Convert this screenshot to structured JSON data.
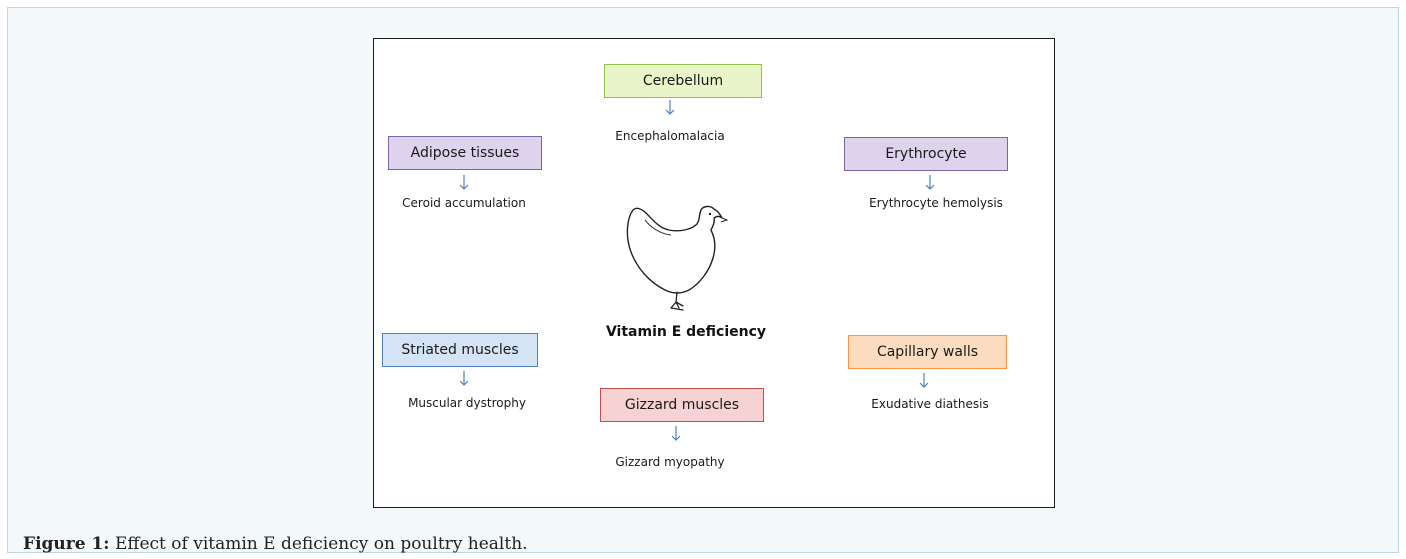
{
  "diagram": {
    "center": {
      "label": "Vitamin E deficiency",
      "icon": "hen-icon"
    },
    "organs": [
      {
        "id": "cerebellum",
        "label": "Cerebellum",
        "effect": "Encephalomalacia",
        "fill": "#e9f5c8",
        "border": "#92c14c"
      },
      {
        "id": "adipose-tissues",
        "label": "Adipose tissues",
        "effect": "Ceroid accumulation",
        "fill": "#ddd3ec",
        "border": "#8064a2"
      },
      {
        "id": "erythrocyte",
        "label": "Erythrocyte",
        "effect": "Erythrocyte hemolysis",
        "fill": "#ddd3ec",
        "border": "#8064a2"
      },
      {
        "id": "striated-muscles",
        "label": "Striated muscles",
        "effect": "Muscular dystrophy",
        "fill": "#d4e3f6",
        "border": "#4f81bd"
      },
      {
        "id": "capillary-walls",
        "label": "Capillary walls",
        "effect": "Exudative diathesis",
        "fill": "#fcdcc0",
        "border": "#f79646"
      },
      {
        "id": "gizzard-muscles",
        "label": "Gizzard muscles",
        "effect": "Gizzard myopathy",
        "fill": "#f6d2d2",
        "border": "#c0504d"
      }
    ],
    "arrow_color": "#4f81bd"
  },
  "caption": {
    "prefix": "Figure 1:",
    "text": "Effect of vitamin E deficiency on poultry health."
  }
}
